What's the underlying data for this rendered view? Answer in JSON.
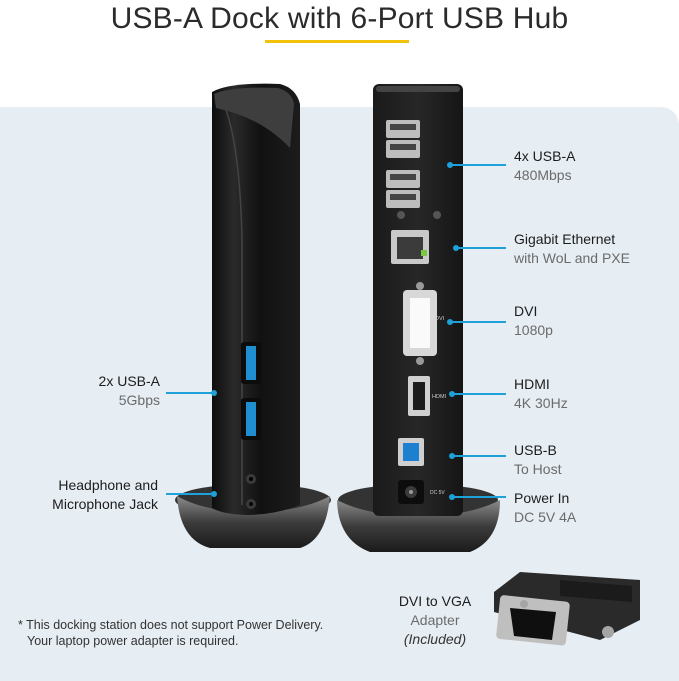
{
  "title": "USB-A Dock with 6-Port USB Hub",
  "colors": {
    "accent_line": "#1ea0d8",
    "title_underline": "#f2c20b",
    "panel_bg": "#e6edf3"
  },
  "left_labels": [
    {
      "main": "2x USB-A",
      "sub": "5Gbps"
    },
    {
      "main": "Headphone and",
      "sub": "Microphone Jack"
    }
  ],
  "right_labels": [
    {
      "main": "4x USB-A",
      "sub": "480Mbps"
    },
    {
      "main": "Gigabit Ethernet",
      "sub": "with WoL and PXE"
    },
    {
      "main": "DVI",
      "sub": "1080p"
    },
    {
      "main": "HDMI",
      "sub": "4K 30Hz"
    },
    {
      "main": "USB-B",
      "sub": "To Host"
    },
    {
      "main": "Power In",
      "sub": "DC 5V 4A"
    }
  ],
  "adapter": {
    "main": "DVI to VGA",
    "sub": "Adapter",
    "note": "(Included)"
  },
  "footnote": {
    "line1": "* This docking station does not support Power Delivery.",
    "line2": "Your laptop power adapter is required."
  },
  "dock_marks": {
    "hdmi": "HDMI",
    "dvi": "DVI",
    "dc": "DC 5V"
  }
}
